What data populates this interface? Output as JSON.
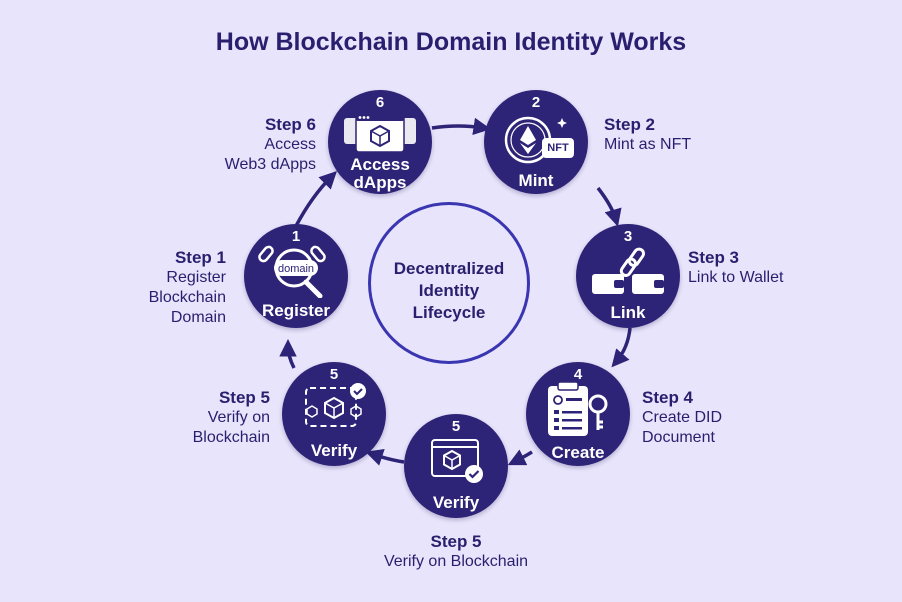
{
  "title": "How Blockchain Domain Identity Works",
  "center": {
    "line1": "Decentralized",
    "line2": "Identity",
    "line3": "Lifecycle"
  },
  "nodes": {
    "access": {
      "number": "6",
      "label1": "Access",
      "label2": "dApps",
      "step": "Step 6",
      "desc1": "Access",
      "desc2": "Web3 dApps",
      "icon": "browser-window-icon"
    },
    "mint": {
      "number": "2",
      "label": "Mint",
      "badge": "NFT",
      "step": "Step 2",
      "desc": "Mint as NFT",
      "icon": "ethereum-coin-icon"
    },
    "link": {
      "number": "3",
      "label": "Link",
      "step": "Step 3",
      "desc": "Link to Wallet",
      "icon": "wallet-link-icon"
    },
    "create": {
      "number": "4",
      "label": "Create",
      "step": "Step 4",
      "desc1": "Create DID",
      "desc2": "Document",
      "icon": "clipboard-key-icon"
    },
    "verify_bottom": {
      "number": "5",
      "label": "Verify",
      "step": "Step 5",
      "desc": "Verify on Blockchain",
      "icon": "block-check-icon"
    },
    "verify_left": {
      "number": "5",
      "label": "Verify",
      "step": "Step 5",
      "desc1": "Verify on",
      "desc2": "Blockchain",
      "icon": "cube-network-icon"
    },
    "register": {
      "number": "1",
      "label": "Register",
      "search_text": "domain",
      "step": "Step 1",
      "desc1": "Register",
      "desc2": "Blockchain",
      "desc3": "Domain",
      "icon": "magnifier-domain-icon"
    }
  },
  "colors": {
    "background": "#e8e4fb",
    "node": "#2e2477",
    "text": "#2a1f6e",
    "ring": "#3a35b0"
  }
}
